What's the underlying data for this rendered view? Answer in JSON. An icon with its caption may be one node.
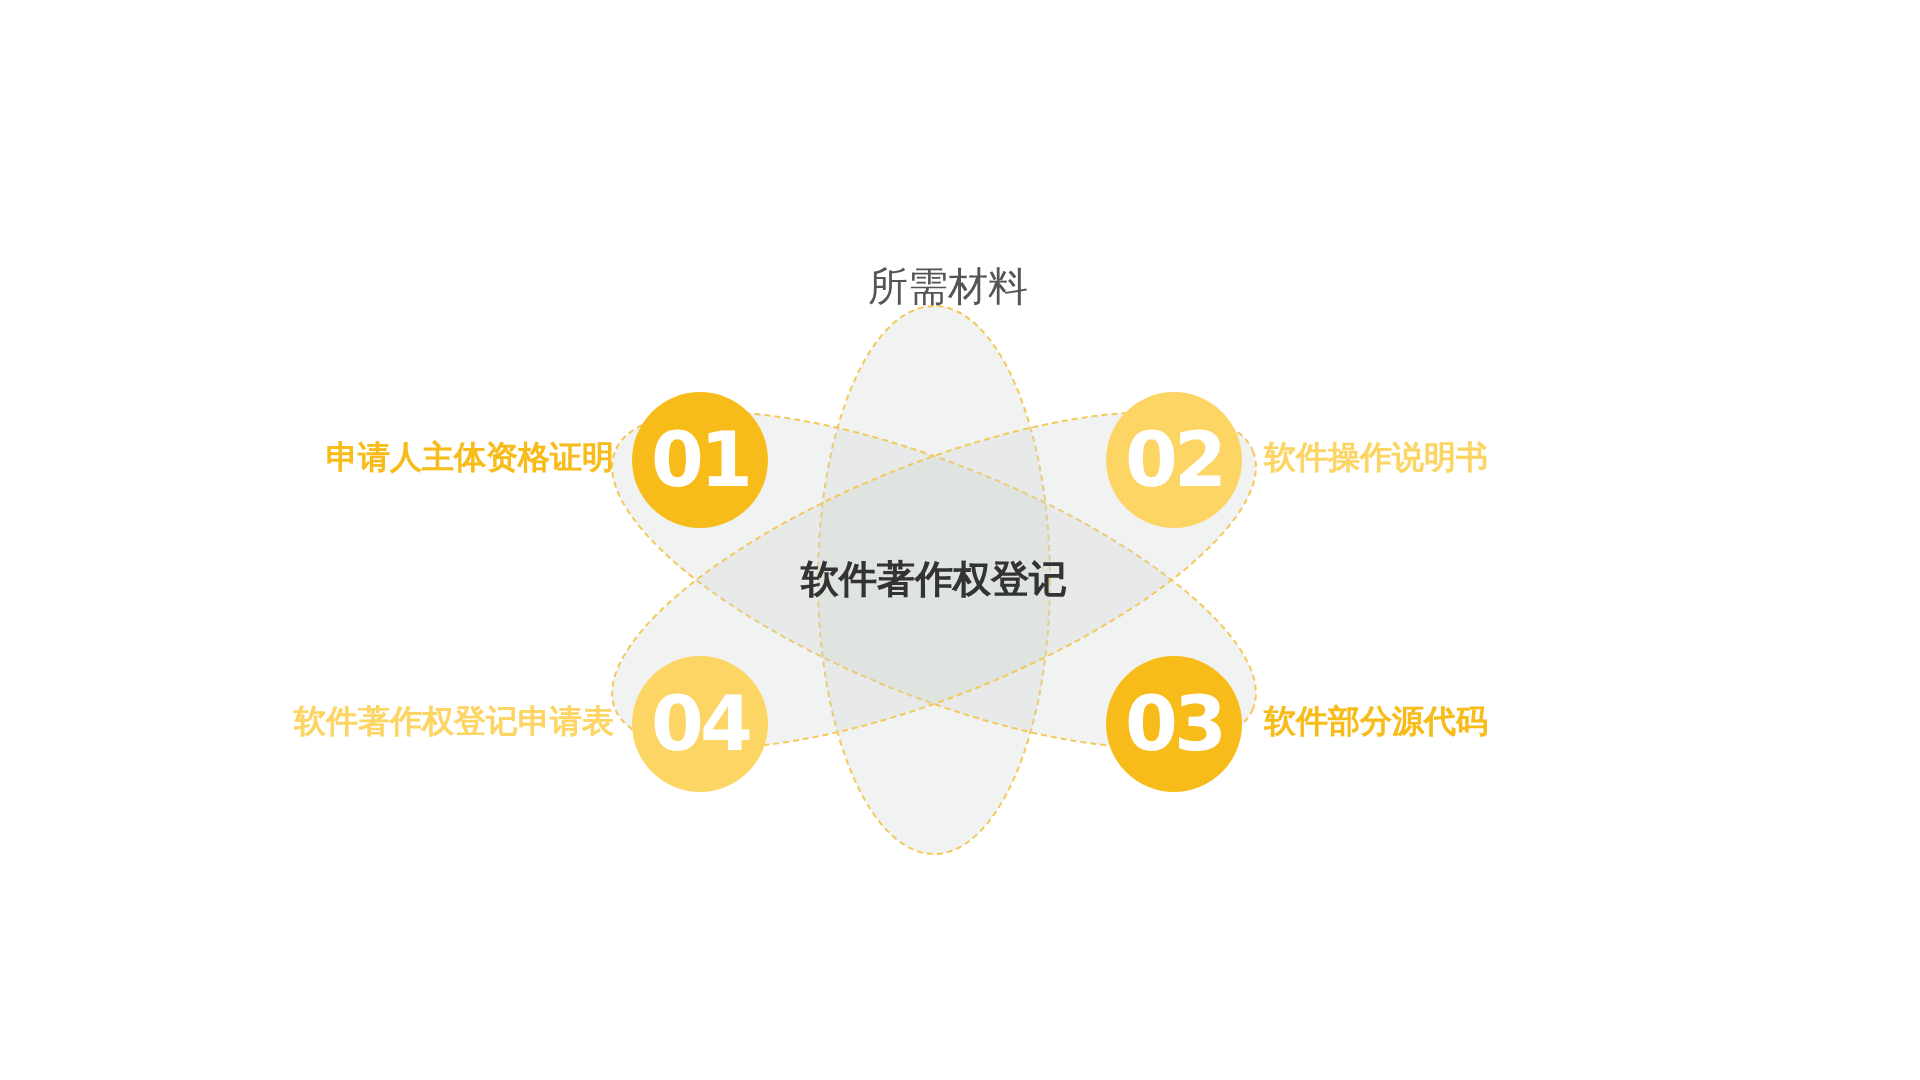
{
  "diagram": {
    "title": "所需材料",
    "nodes": [
      {
        "text": [
          "01"
        ],
        "beside": [
          "申请人主体资格证明"
        ]
      },
      {
        "text": [
          "02"
        ],
        "beside": [
          "软件操作说明书"
        ]
      },
      {
        "text": [
          "软件著作权登记"
        ]
      },
      {
        "text": [
          "04"
        ],
        "beside": [
          "软件著作权登记申请表"
        ]
      },
      {
        "text": [
          "03"
        ],
        "beside": [
          "软件部分源代码"
        ]
      }
    ]
  }
}
